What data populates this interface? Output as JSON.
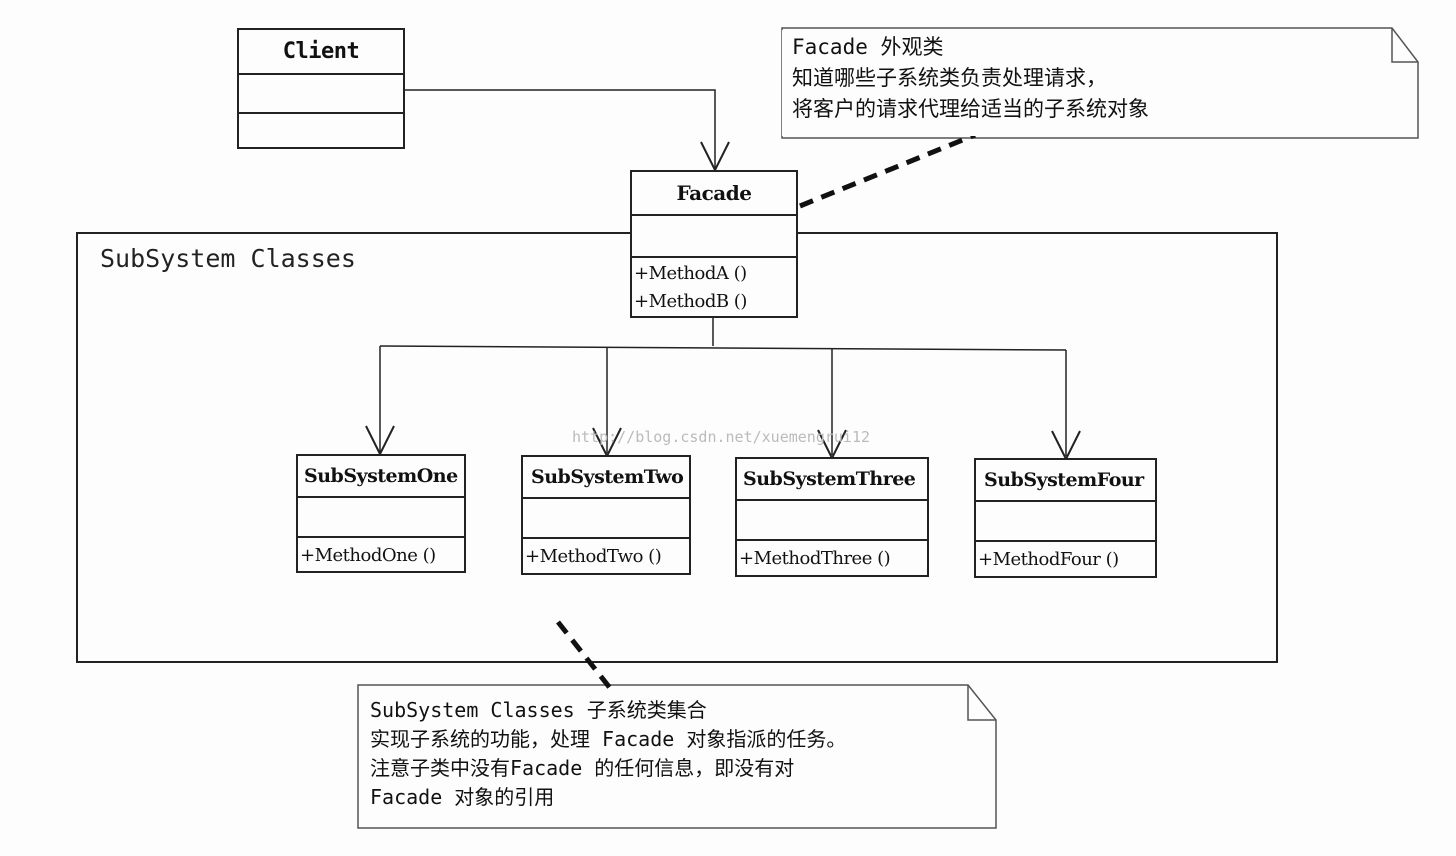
{
  "client": {
    "name": "Client"
  },
  "facade": {
    "name": "Facade",
    "methods": [
      "+MethodA ()",
      "+MethodB ()"
    ]
  },
  "package": {
    "label": "SubSystem Classes"
  },
  "subsystems": [
    {
      "name": "SubSystemOne",
      "method": "+MethodOne ()"
    },
    {
      "name": "SubSystemTwo",
      "method": "+MethodTwo ()"
    },
    {
      "name": "SubSystemThree",
      "method": "+MethodThree ()"
    },
    {
      "name": "SubSystemFour",
      "method": "+MethodFour ()"
    }
  ],
  "facade_note": {
    "lines": [
      "Facade  外观类",
      "知道哪些子系统类负责处理请求，",
      "将客户的请求代理给适当的子系统对象"
    ]
  },
  "subsystem_note": {
    "lines": [
      "SubSystem Classes  子系统类集合",
      "实现子系统的功能，处理 Facade 对象指派的任务。",
      "注意子类中没有Facade 的任何信息，即没有对",
      "Facade 对象的引用"
    ]
  },
  "watermark": "http://blog.csdn.net/xuemengrui12"
}
